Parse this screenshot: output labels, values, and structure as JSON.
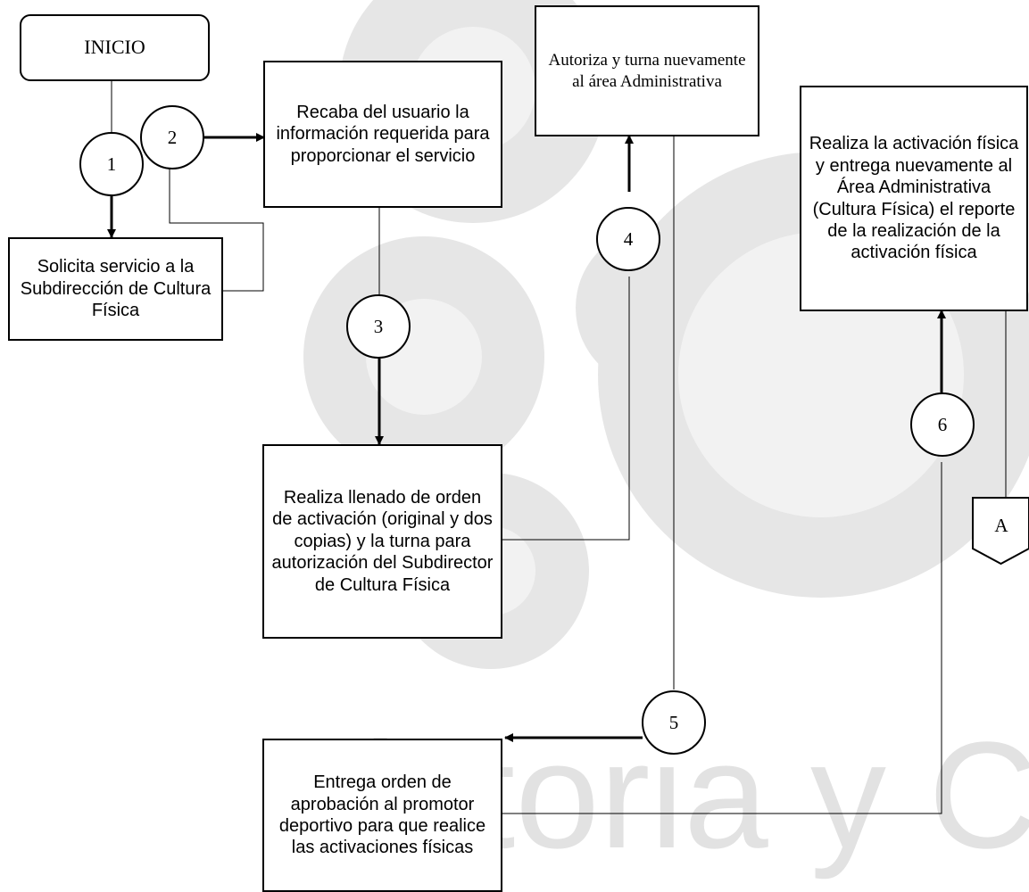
{
  "nodes": {
    "inicio": "INICIO",
    "solicita": "Solicita servicio a la Subdirección de Cultura Física",
    "recaba": "Recaba del usuario la información requerida para proporcionar el servicio",
    "autoriza": "Autoriza y turna nuevamente al área Administrativa",
    "llenado": "Realiza llenado de orden de activación (original y dos copias) y la turna para autorización del Subdirector de Cultura Física",
    "activacion": "Realiza la activación física y entrega nuevamente al Área Administrativa (Cultura Física) el reporte de la realización de la activación física",
    "entrega": "Entrega orden de aprobación al promotor deportivo para que realice las activaciones físicas"
  },
  "steps": [
    "1",
    "2",
    "3",
    "4",
    "5",
    "6"
  ],
  "connector": "A",
  "watermark_text": "Historia y Cultura.",
  "colors": {
    "line": "#000000",
    "watermark": "#e4e4e4"
  }
}
